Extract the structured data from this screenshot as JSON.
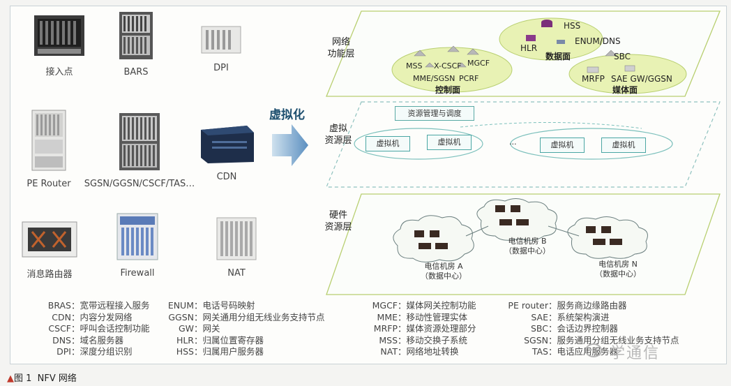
{
  "devices": [
    {
      "id": "access",
      "label": "接入点"
    },
    {
      "id": "bars",
      "label": "BARS"
    },
    {
      "id": "dpi",
      "label": "DPI"
    },
    {
      "id": "pe",
      "label": "PE Router"
    },
    {
      "id": "sgsn",
      "label": "SGSN/GGSN/CSCF/TAS…"
    },
    {
      "id": "cdn",
      "label": "CDN"
    },
    {
      "id": "msgrouter",
      "label": "消息路由器"
    },
    {
      "id": "firewall",
      "label": "Firewall"
    },
    {
      "id": "nat",
      "label": "NAT"
    }
  ],
  "virtualize_label": "虚拟化",
  "layers": {
    "network_function": {
      "label": "网络\n功能层",
      "control_plane": {
        "title": "控制面",
        "items": [
          "MSS",
          "X-CSCF",
          "MGCF",
          "MME/SGSN",
          "PCRF"
        ]
      },
      "data_plane": {
        "title": "数据面",
        "items": [
          "HSS",
          "HLR",
          "ENUM/DNS"
        ]
      },
      "media_plane": {
        "title": "媒体面",
        "items": [
          "SBC",
          "MRFP",
          "SAE GW/GGSN"
        ]
      }
    },
    "virtual_resource": {
      "label": "虚拟\n资源层",
      "mgmt": "资源管理与调度",
      "vm_label": "虚拟机",
      "ellipsis": "···"
    },
    "hardware_resource": {
      "label": "硬件\n资源层",
      "rooms": [
        {
          "line1": "电信机房 A",
          "line2": "（数据中心）"
        },
        {
          "line1": "电信机房 B",
          "line2": "（数据中心）"
        },
        {
          "line1": "电信机房 N",
          "line2": "（数据中心）"
        }
      ]
    }
  },
  "legend": {
    "col1": [
      {
        "abbr": "BRAS",
        "desc": "宽带远程接入服务"
      },
      {
        "abbr": "CDN",
        "desc": "内容分发网络"
      },
      {
        "abbr": "CSCF",
        "desc": "呼叫会话控制功能"
      },
      {
        "abbr": "DNS",
        "desc": "域名服务器"
      },
      {
        "abbr": "DPI",
        "desc": "深度分组识别"
      }
    ],
    "col2": [
      {
        "abbr": "ENUM",
        "desc": "电话号码映射"
      },
      {
        "abbr": "GGSN",
        "desc": "网关通用分组无线业务支持节点"
      },
      {
        "abbr": "GW",
        "desc": "网关"
      },
      {
        "abbr": "HLR",
        "desc": "归属位置寄存器"
      },
      {
        "abbr": "HSS",
        "desc": "归属用户服务器"
      }
    ],
    "col3": [
      {
        "abbr": "MGCF",
        "desc": "媒体网关控制功能"
      },
      {
        "abbr": "MME",
        "desc": "移动性管理实体"
      },
      {
        "abbr": "MRFP",
        "desc": "媒体资源处理部分"
      },
      {
        "abbr": "MSS",
        "desc": "移动交换子系统"
      },
      {
        "abbr": "NAT",
        "desc": "网络地址转换"
      }
    ],
    "col4": [
      {
        "abbr": "PE router",
        "desc": "服务商边缘路由器"
      },
      {
        "abbr": "SAE",
        "desc": "系统架构演进"
      },
      {
        "abbr": "SBC",
        "desc": "会话边界控制器"
      },
      {
        "abbr": "SGSN",
        "desc": "服务通用分组无线业务支持节点"
      },
      {
        "abbr": "TAS",
        "desc": "电话应用服务器"
      }
    ]
  },
  "caption": {
    "marker": "▲",
    "text": "图 1  NFV 网络"
  },
  "watermark": "学通信"
}
